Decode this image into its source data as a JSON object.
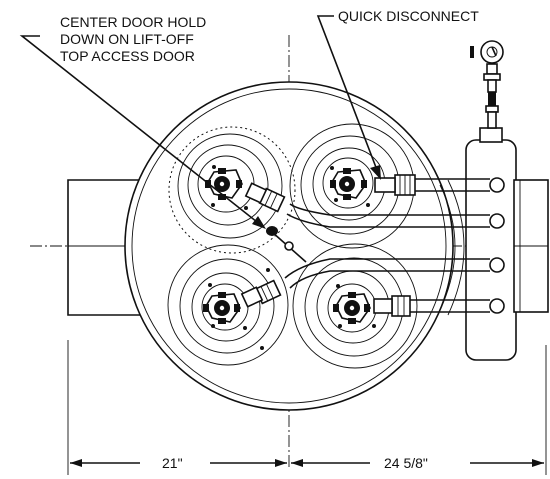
{
  "labels": {
    "center_door_line1": "CENTER DOOR HOLD",
    "center_door_line2": "DOWN ON LIFT-OFF",
    "center_door_line3": "TOP ACCESS DOOR",
    "quick_disconnect": "QUICK DISCONNECT"
  },
  "dimensions": {
    "left": "21\"",
    "right": "24 5/8\""
  },
  "colors": {
    "ink": "#111111",
    "paper": "#ffffff"
  }
}
